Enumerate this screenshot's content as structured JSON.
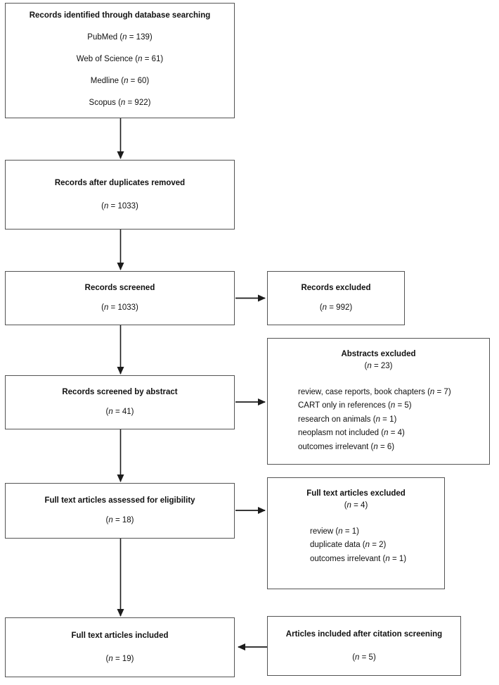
{
  "n_symbol": "n",
  "colors": {
    "background": "#ffffff",
    "box_border": "#545454",
    "text": "#111111",
    "arrow": "#1c1c1c"
  },
  "boxes": {
    "identification": {
      "title": "Records identified through database searching",
      "lines": [
        {
          "pre": "PubMed (",
          "post": " = 139)"
        },
        {
          "pre": "Web of Science (",
          "post": " = 61)"
        },
        {
          "pre": "Medline (",
          "post": " = 60)"
        },
        {
          "pre": "Scopus (",
          "post": " = 922)"
        }
      ]
    },
    "duplicates_removed": {
      "title": "Records after duplicates removed",
      "count": {
        "pre": "(",
        "post": " = 1033)"
      }
    },
    "records_screened": {
      "title": "Records screened",
      "count": {
        "pre": "(",
        "post": " = 1033)"
      }
    },
    "records_excluded": {
      "title": "Records excluded",
      "count": {
        "pre": "(",
        "post": " = 992)"
      }
    },
    "screened_by_abstract": {
      "title": "Records screened by abstract",
      "count": {
        "pre": "(",
        "post": " = 41)"
      }
    },
    "abstracts_excluded": {
      "title": "Abstracts excluded",
      "count": {
        "pre": "(",
        "post": " = 23)"
      },
      "reasons": [
        {
          "pre": "review, case reports, book chapters (",
          "post": " = 7)"
        },
        {
          "pre": "CART only in references (",
          "post": " = 5)"
        },
        {
          "pre": "research on animals (",
          "post": " = 1)"
        },
        {
          "pre": "neoplasm not included (",
          "post": " = 4)"
        },
        {
          "pre": "outcomes irrelevant (",
          "post": " = 6)"
        }
      ]
    },
    "fulltext_assessed": {
      "title": "Full text articles assessed for eligibility",
      "count": {
        "pre": "(",
        "post": " = 18)"
      }
    },
    "fulltext_excluded": {
      "title": "Full text articles excluded",
      "count": {
        "pre": "(",
        "post": " = 4)"
      },
      "reasons": [
        {
          "pre": "review (",
          "post": " = 1)"
        },
        {
          "pre": "duplicate data (",
          "post": " = 2)"
        },
        {
          "pre": "outcomes irrelevant (",
          "post": " = 1)"
        }
      ]
    },
    "fulltext_included": {
      "title": "Full text articles included",
      "count": {
        "pre": "(",
        "post": " = 19)"
      }
    },
    "citation_included": {
      "title": "Articles included after citation screening",
      "count": {
        "pre": "(",
        "post": " = 5)"
      }
    }
  }
}
